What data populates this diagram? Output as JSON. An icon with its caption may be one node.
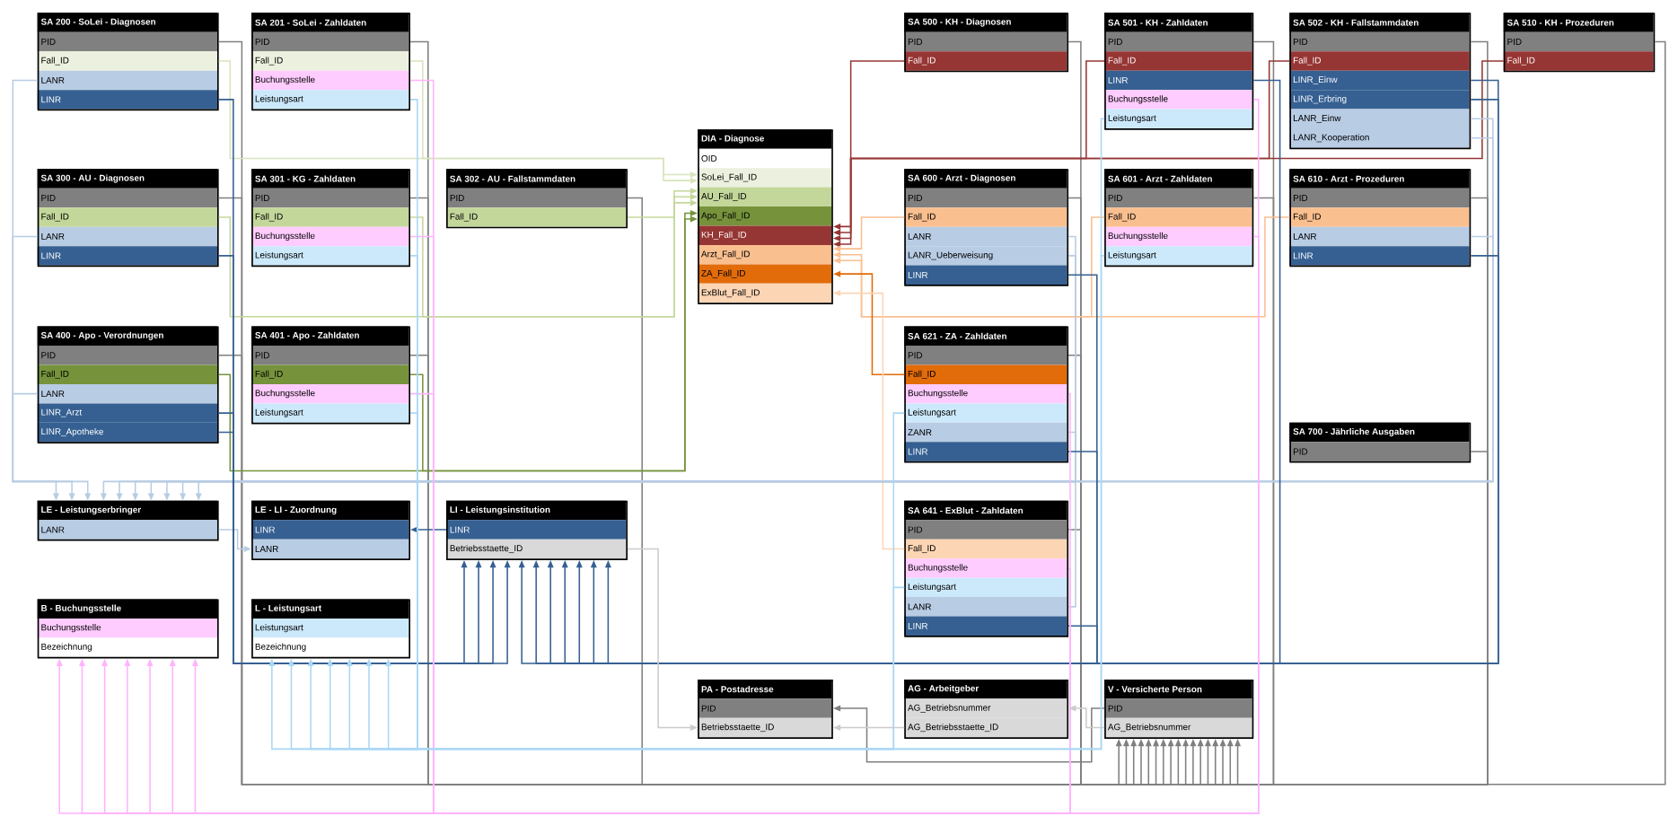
{
  "diagram": {
    "nodes": [
      {
        "text": [
          "SA 200 - SoLei - Diagnosen",
          "PID",
          "Fall_ID",
          "LANR",
          "LINR"
        ]
      },
      {
        "text": [
          "SA 201 - SoLei - Zahldaten",
          "PID",
          "Fall_ID",
          "Buchungsstelle",
          "Leistungsart"
        ]
      },
      {
        "text": [
          "SA 500 - KH - Diagnosen",
          "PID",
          "Fall_ID"
        ]
      },
      {
        "text": [
          "SA 501 - KH - Zahldaten",
          "PID",
          "Fall_ID",
          "LINR",
          "Buchungsstelle",
          "Leistungsart"
        ]
      },
      {
        "text": [
          "SA 502 - KH - Fallstammdaten",
          "PID",
          "Fall_ID",
          "LINR_Einw",
          "LINR_Erbring",
          "LANR_Einw",
          "LANR_Kooperation"
        ]
      },
      {
        "text": [
          "SA 510 - KH - Prozeduren",
          "PID",
          "Fall_ID"
        ]
      },
      {
        "text": [
          "DIA - Diagnose",
          "OID",
          "SoLei_Fall_ID",
          "AU_Fall_ID",
          "Apo_Fall_ID",
          "KH_Fall_ID",
          "Arzt_Fall_ID",
          "ZA_Fall_ID",
          "ExBlut_Fall_ID"
        ]
      },
      {
        "text": [
          "SA 300 - AU - Diagnosen",
          "PID",
          "Fall_ID",
          "LANR",
          "LINR"
        ]
      },
      {
        "text": [
          "SA 301 - KG - Zahldaten",
          "PID",
          "Fall_ID",
          "Buchungsstelle",
          "Leistungsart"
        ]
      },
      {
        "text": [
          "SA 302 - AU - Fallstammdaten",
          "PID",
          "Fall_ID"
        ]
      },
      {
        "text": [
          "SA 600 - Arzt - Diagnosen",
          "PID",
          "Fall_ID",
          "LANR",
          "LANR_Ueberweisung",
          "LINR"
        ]
      },
      {
        "text": [
          "SA 601 - Arzt - Zahldaten",
          "PID",
          "Fall_ID",
          "Buchungsstelle",
          "Leistungsart"
        ]
      },
      {
        "text": [
          "SA 610 - Arzt - Prozeduren",
          "PID",
          "Fall_ID",
          "LANR",
          "LINR"
        ]
      },
      {
        "text": [
          "SA 400 - Apo - Verordnungen",
          "PID",
          "Fall_ID",
          "LANR",
          "LINR_Arzt",
          "LINR_Apotheke"
        ]
      },
      {
        "text": [
          "SA 401 - Apo - Zahldaten",
          "PID",
          "Fall_ID",
          "Buchungsstelle",
          "Leistungsart"
        ]
      },
      {
        "text": [
          "SA 621 - ZA - Zahldaten",
          "PID",
          "Fall_ID",
          "Buchungsstelle",
          "Leistungsart",
          "ZANR",
          "LINR"
        ]
      },
      {
        "text": [
          "SA 700 - Jährliche Ausgaben",
          "PID"
        ]
      },
      {
        "text": [
          "LE - Leistungserbringer",
          "LANR"
        ]
      },
      {
        "text": [
          "LE - LI - Zuordnung",
          "LINR",
          "LANR"
        ]
      },
      {
        "text": [
          "LI - Leistungsinstitution",
          "LINR",
          "Betriebsstaette_ID"
        ]
      },
      {
        "text": [
          "SA 641 - ExBlut - Zahldaten",
          "PID",
          "Fall_ID",
          "Buchungsstelle",
          "Leistungsart",
          "LANR",
          "LINR"
        ]
      },
      {
        "text": [
          "B - Buchungsstelle",
          "Buchungsstelle",
          "Bezeichnung"
        ]
      },
      {
        "text": [
          "L - Leistungsart",
          "Leistungsart",
          "Bezeichnung"
        ]
      },
      {
        "text": [
          "PA - Postadresse",
          "PID",
          "Betriebsstaette_ID"
        ]
      },
      {
        "text": [
          "AG - Arbeitgeber",
          "AG_Betriebsnummer",
          "AG_Betriebsstaette_ID"
        ]
      },
      {
        "text": [
          "V - Versicherte Person",
          "PID",
          "AG_Betriebsnummer"
        ]
      }
    ],
    "edges": [
      {
        "from": 0,
        "to": 25,
        "arrow": "to"
      },
      {
        "from": 1,
        "to": 25,
        "arrow": "to"
      },
      {
        "from": 7,
        "to": 25,
        "arrow": "to"
      },
      {
        "from": 8,
        "to": 25,
        "arrow": "to"
      },
      {
        "from": 9,
        "to": 25,
        "arrow": "to"
      },
      {
        "from": 13,
        "to": 25,
        "arrow": "to"
      },
      {
        "from": 14,
        "to": 25,
        "arrow": "to"
      },
      {
        "from": 2,
        "to": 25,
        "arrow": "to"
      },
      {
        "from": 3,
        "to": 25,
        "arrow": "to"
      },
      {
        "from": 4,
        "to": 25,
        "arrow": "to"
      },
      {
        "from": 5,
        "to": 25,
        "arrow": "to"
      },
      {
        "from": 10,
        "to": 25,
        "arrow": "to"
      },
      {
        "from": 11,
        "to": 25,
        "arrow": "to"
      },
      {
        "from": 12,
        "to": 25,
        "arrow": "to"
      },
      {
        "from": 15,
        "to": 25,
        "arrow": "to"
      },
      {
        "from": 16,
        "to": 25,
        "arrow": "to"
      },
      {
        "from": 20,
        "to": 25,
        "arrow": "to"
      },
      {
        "from": 25,
        "to": 23,
        "arrow": "to"
      },
      {
        "from": 0,
        "to": 6,
        "arrow": "to",
        "color": "#d8e4bc"
      },
      {
        "from": 1,
        "to": 6,
        "arrow": "to",
        "color": "#d8e4bc"
      },
      {
        "from": 7,
        "to": 6,
        "arrow": "to",
        "color": "#c4d79b"
      },
      {
        "from": 8,
        "to": 6,
        "arrow": "to",
        "color": "#c4d79b"
      },
      {
        "from": 9,
        "to": 6,
        "arrow": "to",
        "color": "#c4d79b"
      },
      {
        "from": 13,
        "to": 6,
        "arrow": "to",
        "color": "#76933c"
      },
      {
        "from": 14,
        "to": 6,
        "arrow": "to",
        "color": "#76933c"
      },
      {
        "from": 2,
        "to": 6,
        "arrow": "to",
        "color": "#963634"
      },
      {
        "from": 3,
        "to": 6,
        "arrow": "to",
        "color": "#963634"
      },
      {
        "from": 4,
        "to": 6,
        "arrow": "to",
        "color": "#963634"
      },
      {
        "from": 5,
        "to": 6,
        "arrow": "to",
        "color": "#963634"
      },
      {
        "from": 10,
        "to": 6,
        "arrow": "to",
        "color": "#fabf8f"
      },
      {
        "from": 11,
        "to": 6,
        "arrow": "to",
        "color": "#fabf8f"
      },
      {
        "from": 12,
        "to": 6,
        "arrow": "to",
        "color": "#fabf8f"
      },
      {
        "from": 15,
        "to": 6,
        "arrow": "to",
        "color": "#e26b0a"
      },
      {
        "from": 20,
        "to": 6,
        "arrow": "to",
        "color": "#fcd5b4"
      },
      {
        "from": 0,
        "to": 17,
        "arrow": "to",
        "color": "#b8cce4"
      },
      {
        "from": 7,
        "to": 17,
        "arrow": "to",
        "color": "#b8cce4"
      },
      {
        "from": 13,
        "to": 17,
        "arrow": "to",
        "color": "#b8cce4"
      },
      {
        "from": 4,
        "to": 17,
        "arrow": "to",
        "color": "#b8cce4"
      },
      {
        "from": 4,
        "to": 17,
        "arrow": "to",
        "color": "#b8cce4"
      },
      {
        "from": 10,
        "to": 17,
        "arrow": "to",
        "color": "#b8cce4"
      },
      {
        "from": 10,
        "to": 17,
        "arrow": "to",
        "color": "#b8cce4"
      },
      {
        "from": 12,
        "to": 17,
        "arrow": "to",
        "color": "#b8cce4"
      },
      {
        "from": 15,
        "to": 17,
        "arrow": "to",
        "color": "#b8cce4"
      },
      {
        "from": 20,
        "to": 17,
        "arrow": "to",
        "color": "#b8cce4"
      },
      {
        "from": 17,
        "to": 18,
        "arrow": "to",
        "color": "#b8cce4"
      },
      {
        "from": 0,
        "to": 19,
        "arrow": "to",
        "color": "#366092"
      },
      {
        "from": 7,
        "to": 19,
        "arrow": "to",
        "color": "#366092"
      },
      {
        "from": 13,
        "to": 19,
        "arrow": "to",
        "color": "#366092"
      },
      {
        "from": 13,
        "to": 19,
        "arrow": "to",
        "color": "#366092"
      },
      {
        "from": 3,
        "to": 19,
        "arrow": "to",
        "color": "#366092"
      },
      {
        "from": 4,
        "to": 19,
        "arrow": "to",
        "color": "#366092"
      },
      {
        "from": 4,
        "to": 19,
        "arrow": "to",
        "color": "#366092"
      },
      {
        "from": 10,
        "to": 19,
        "arrow": "to",
        "color": "#366092"
      },
      {
        "from": 12,
        "to": 19,
        "arrow": "to",
        "color": "#366092"
      },
      {
        "from": 15,
        "to": 19,
        "arrow": "to",
        "color": "#366092"
      },
      {
        "from": 20,
        "to": 19,
        "arrow": "to",
        "color": "#366092"
      },
      {
        "from": 19,
        "to": 18,
        "arrow": "to",
        "color": "#366092"
      },
      {
        "from": 1,
        "to": 21,
        "arrow": "to",
        "color": "#ffb3ff"
      },
      {
        "from": 8,
        "to": 21,
        "arrow": "to",
        "color": "#ffb3ff"
      },
      {
        "from": 14,
        "to": 21,
        "arrow": "to",
        "color": "#ffb3ff"
      },
      {
        "from": 3,
        "to": 21,
        "arrow": "to",
        "color": "#ffb3ff"
      },
      {
        "from": 11,
        "to": 21,
        "arrow": "to",
        "color": "#ffb3ff"
      },
      {
        "from": 15,
        "to": 21,
        "arrow": "to",
        "color": "#ffb3ff"
      },
      {
        "from": 20,
        "to": 21,
        "arrow": "to",
        "color": "#ffb3ff"
      },
      {
        "from": 1,
        "to": 22,
        "arrow": "to",
        "color": "#a9d8f5"
      },
      {
        "from": 8,
        "to": 22,
        "arrow": "to",
        "color": "#a9d8f5"
      },
      {
        "from": 14,
        "to": 22,
        "arrow": "to",
        "color": "#a9d8f5"
      },
      {
        "from": 3,
        "to": 22,
        "arrow": "to",
        "color": "#a9d8f5"
      },
      {
        "from": 11,
        "to": 22,
        "arrow": "to",
        "color": "#a9d8f5"
      },
      {
        "from": 15,
        "to": 22,
        "arrow": "to",
        "color": "#a9d8f5"
      },
      {
        "from": 20,
        "to": 22,
        "arrow": "to",
        "color": "#a9d8f5"
      },
      {
        "from": 19,
        "to": 23,
        "arrow": "to",
        "color": "#cccccc"
      },
      {
        "from": 24,
        "to": 23,
        "arrow": "to",
        "color": "#cccccc"
      },
      {
        "from": 25,
        "to": 24,
        "arrow": "to",
        "color": "#cccccc"
      }
    ]
  }
}
